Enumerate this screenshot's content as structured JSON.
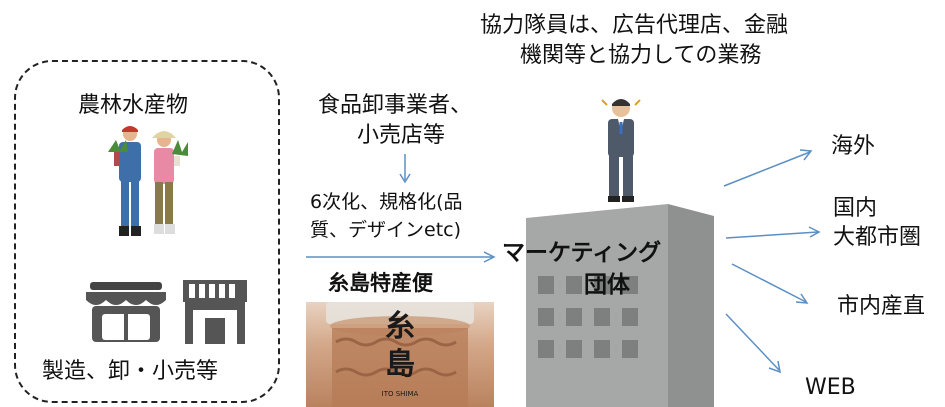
{
  "top_note": {
    "line1": "協力隊員は、広告代理店、金融",
    "line2": "機関等と協力しての業務"
  },
  "producers": {
    "title": "農林水産物",
    "bottom_label": "製造、卸・小売等"
  },
  "wholesale": {
    "line1": "食品卸事業者、",
    "line2": "小売店等"
  },
  "processing": {
    "line1": "6次化、規格化(品",
    "line2": "質、デザインetc)"
  },
  "product": {
    "name": "糸島特産便",
    "jar_mark": "糸島",
    "jar_roman": "ITO SHIMA"
  },
  "marketing": {
    "line1": "マーケティング",
    "line2": "団体"
  },
  "destinations": {
    "overseas": "海外",
    "domestic_line1": "国内",
    "domestic_line2": "大都市圏",
    "local": "市内産直",
    "web": "WEB"
  },
  "colors": {
    "arrow": "#5b8fc4",
    "building": "#a5a8a6",
    "building_side": "#8e918f",
    "window": "#7d807e",
    "jar_label": "#1a1a1a"
  }
}
